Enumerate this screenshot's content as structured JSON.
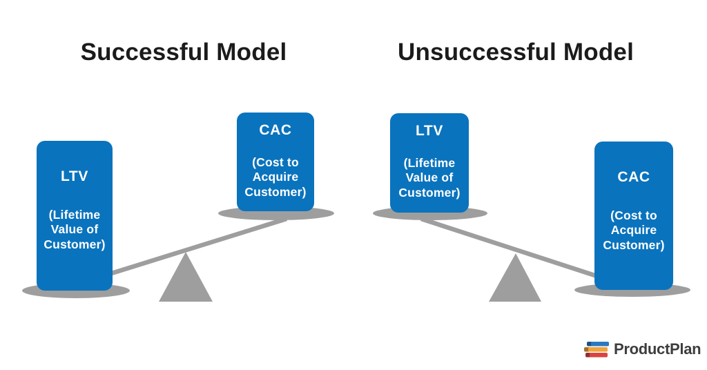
{
  "colors": {
    "background": "#FFFFFF",
    "box_blue": "#0A73BD",
    "seesaw_gray": "#9E9E9E",
    "title_text": "#1B1B1B",
    "box_text": "#FFFFFF",
    "logo_text": "#3D3D3D",
    "logo_bars": [
      "#2A79BF",
      "#F1A33C",
      "#D8453F"
    ]
  },
  "models": [
    {
      "title": "Successful Model",
      "boxes": [
        {
          "label": "LTV",
          "sub_lines": [
            "(Lifetime",
            "Value of",
            "Customer)"
          ],
          "seesaw_position": "down"
        },
        {
          "label": "CAC",
          "sub_lines": [
            "(Cost to",
            "Acquire",
            "Customer)"
          ],
          "seesaw_position": "up"
        }
      ]
    },
    {
      "title": "Unsuccessful Model",
      "boxes": [
        {
          "label": "LTV",
          "sub_lines": [
            "(Lifetime",
            "Value of",
            "Customer)"
          ],
          "seesaw_position": "up"
        },
        {
          "label": "CAC",
          "sub_lines": [
            "(Cost to",
            "Acquire",
            "Customer)"
          ],
          "seesaw_position": "down"
        }
      ]
    }
  ],
  "logo": {
    "text": "ProductPlan"
  }
}
